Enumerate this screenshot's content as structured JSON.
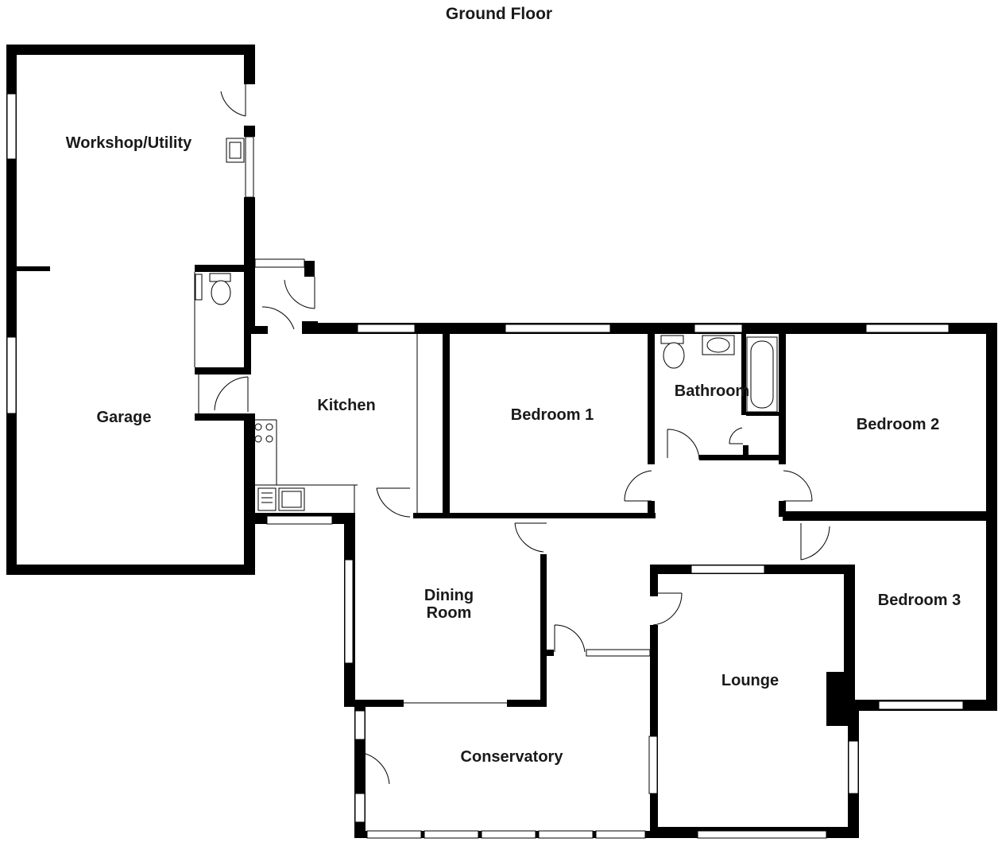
{
  "title": "Ground Floor",
  "rooms": {
    "workshop": "Workshop/Utility",
    "garage": "Garage",
    "kitchen": "Kitchen",
    "bedroom1": "Bedroom 1",
    "bathroom": "Bathroom",
    "bedroom2": "Bedroom 2",
    "dining_line1": "Dining",
    "dining_line2": "Room",
    "bedroom3": "Bedroom 3",
    "lounge": "Lounge",
    "conservatory": "Conservatory"
  },
  "colors": {
    "wall": "#000000",
    "background": "#ffffff",
    "label": "#1a1a1a"
  }
}
